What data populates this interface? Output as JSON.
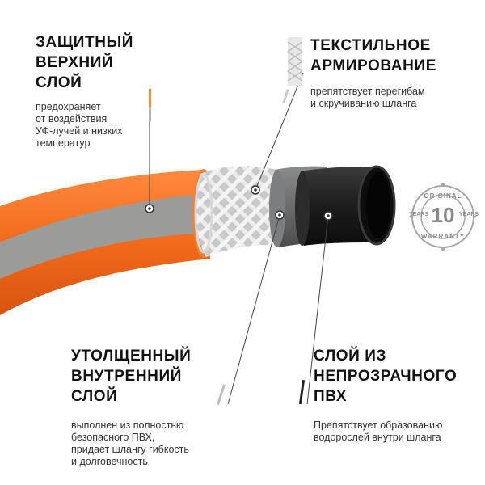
{
  "labels": {
    "outer": {
      "title_lines": [
        "ЗАЩИТНЫЙ",
        "ВЕРХНИЙ",
        "СЛОЙ"
      ],
      "desc_lines": [
        "предохраняет",
        "от воздействия",
        "УФ-лучей и низких",
        "температур"
      ]
    },
    "textile": {
      "title_lines": [
        "ТЕКСТИЛЬНОЕ",
        "АРМИРОВАНИЕ"
      ],
      "desc_lines": [
        "препятствует перегибам",
        "и скручиванию шланга"
      ]
    },
    "inner": {
      "title_lines": [
        "УТОЛЩЕННЫЙ",
        "ВНУТРЕННИЙ",
        "СЛОЙ"
      ],
      "desc_lines": [
        "выполнен из полностью",
        "безопасного ПВХ,",
        "придает шлангу гибкость",
        "и долговечность"
      ]
    },
    "opaque": {
      "title_lines": [
        "СЛОЙ ИЗ",
        "НЕПРОЗРАЧНОГО",
        "ПВХ"
      ],
      "desc_lines": [
        "Препятствует образованию",
        "водорослей внутри шланга"
      ]
    }
  },
  "warranty": {
    "top_text": "ORIGINAL",
    "number": "10",
    "left_text": "YEARS",
    "right_text": "YEARS",
    "bottom_text": "WARRANTY"
  },
  "colors": {
    "hose_orange": "#f26a1b",
    "hose_gray": "#9a9a98",
    "inner_gray": "#6f7072",
    "core_black": "#1a1a1a",
    "mesh": "#e6e6e6",
    "accent_orange": "#f28a2e",
    "accent_gray": "#b5b5b5",
    "leader_line": "#444444"
  }
}
